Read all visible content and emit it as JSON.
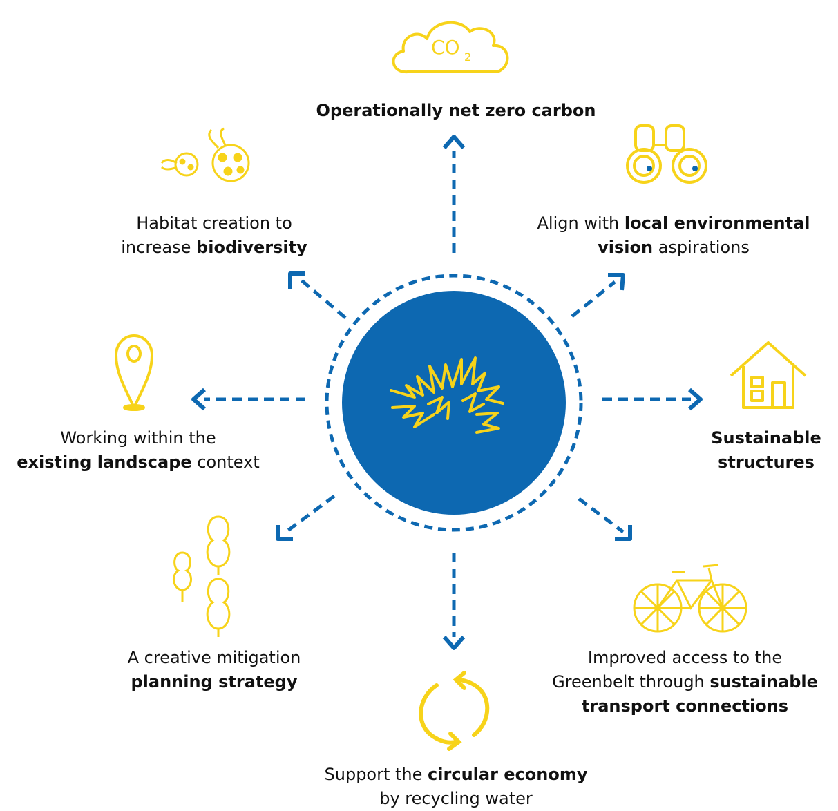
{
  "colors": {
    "blue": "#0D68B1",
    "yellow": "#F7D31A",
    "text": "#111111",
    "background": "#ffffff"
  },
  "center": {
    "icon": "grass-tuft-icon"
  },
  "items": {
    "top": {
      "icon": "co2-cloud-icon",
      "icon_text": "CO",
      "icon_sub": "2",
      "label_plain": "Operationally net zero carbon"
    },
    "ne": {
      "icon": "binoculars-icon",
      "pre": "Align with ",
      "bold": "local environmental",
      "bold2": "vision",
      "post": " aspirations"
    },
    "e": {
      "icon": "house-icon",
      "bold": "Sustainable",
      "bold2": "structures"
    },
    "se": {
      "icon": "bicycle-icon",
      "line1": "Improved access to the",
      "pre": "Greenbelt through ",
      "bold": "sustainable",
      "bold2": "transport connections"
    },
    "s": {
      "icon": "recycle-arrows-icon",
      "pre": "Support the ",
      "bold": "circular economy",
      "line2": "by recycling water"
    },
    "sw": {
      "icon": "trees-icon",
      "line1": "A creative mitigation",
      "bold": "planning strategy"
    },
    "w": {
      "icon": "map-pin-icon",
      "line1": "Working within the",
      "bold": "existing landscape",
      "post": " context"
    },
    "nw": {
      "icon": "ladybird-icon",
      "line1": "Habitat creation to",
      "pre": "increase ",
      "bold": "biodiversity"
    }
  }
}
